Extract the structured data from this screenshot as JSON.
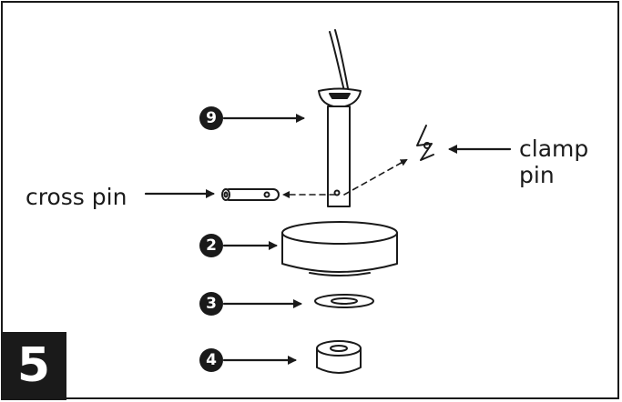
{
  "step": {
    "number": "5"
  },
  "callouts": [
    {
      "number": "9"
    },
    {
      "number": "2"
    },
    {
      "number": "3"
    },
    {
      "number": "4"
    }
  ],
  "labels": {
    "cross_pin": "cross pin",
    "clamp_pin_line1": "clamp",
    "clamp_pin_line2": "pin"
  },
  "colors": {
    "ink": "#1a1a1a",
    "background": "#ffffff"
  }
}
